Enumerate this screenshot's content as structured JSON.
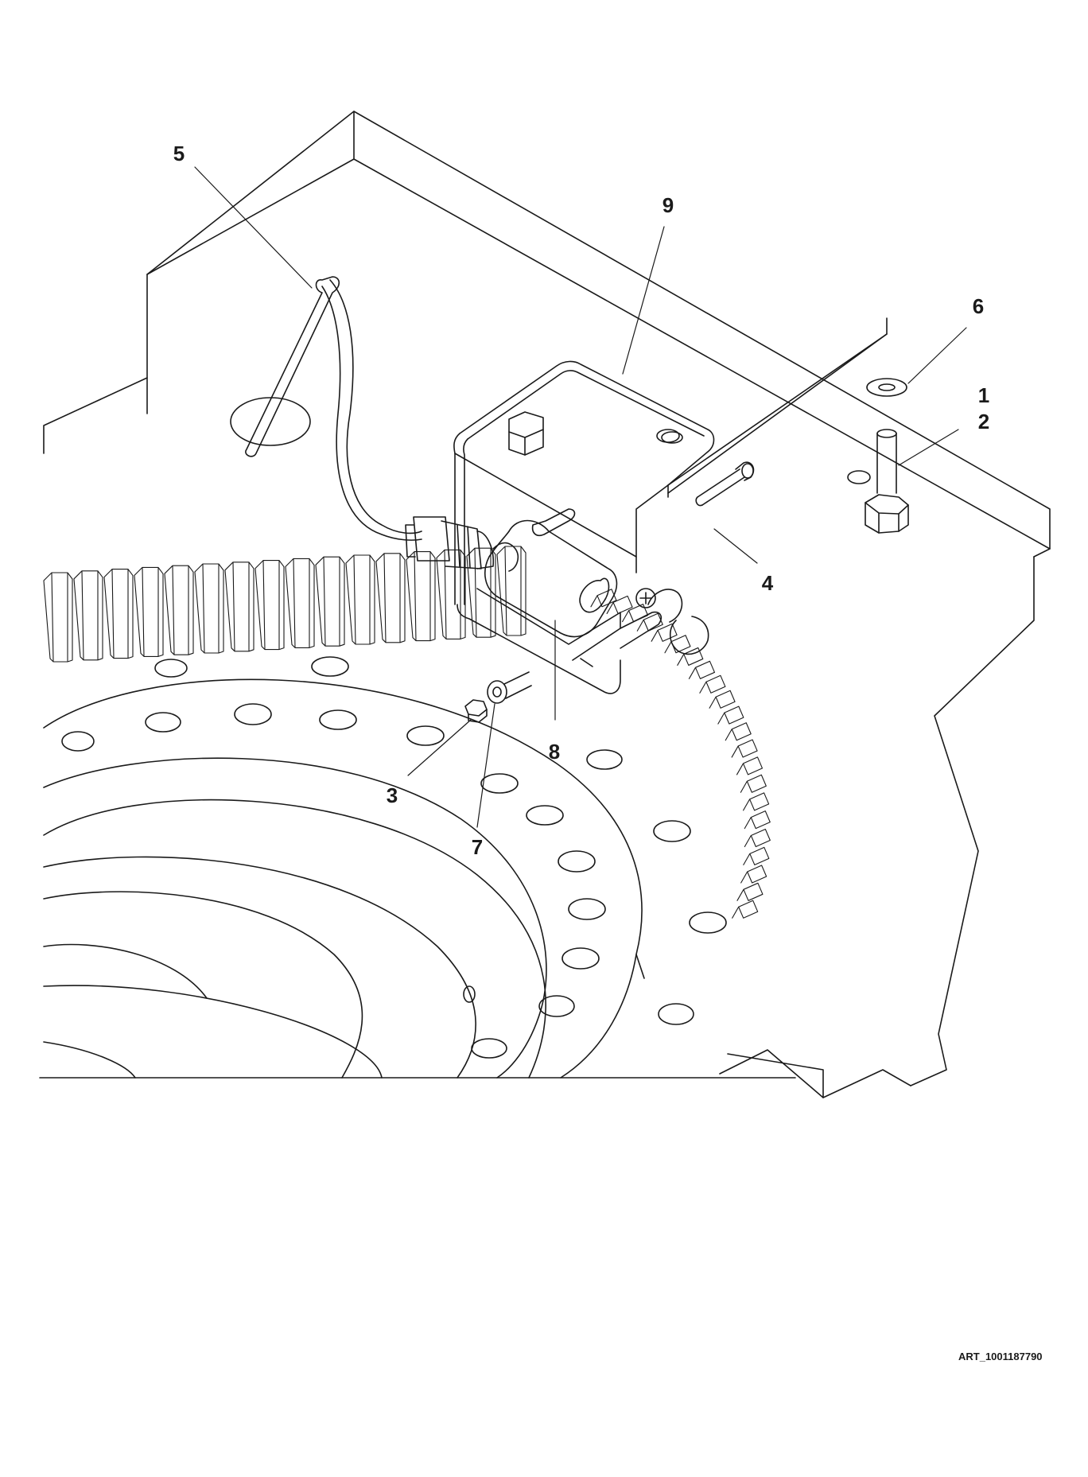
{
  "diagram": {
    "callouts": [
      {
        "id": "1",
        "label": "1"
      },
      {
        "id": "2",
        "label": "2"
      },
      {
        "id": "3",
        "label": "3"
      },
      {
        "id": "4",
        "label": "4"
      },
      {
        "id": "5",
        "label": "5"
      },
      {
        "id": "6",
        "label": "6"
      },
      {
        "id": "7",
        "label": "7"
      },
      {
        "id": "8",
        "label": "8"
      },
      {
        "id": "9",
        "label": "9"
      }
    ],
    "art_code": "ART_1001187790"
  }
}
